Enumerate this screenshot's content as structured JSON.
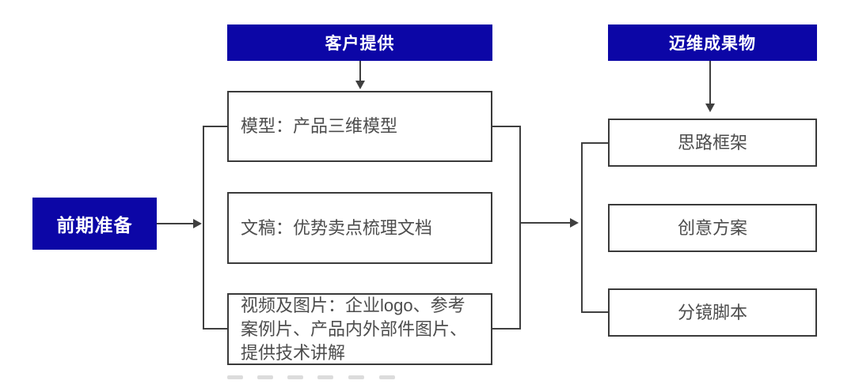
{
  "diagram": {
    "type": "flowchart",
    "colors": {
      "accent_blue": "#0c06a6",
      "box_border": "#3a3a3a",
      "box_text": "#4d4d4d",
      "connector": "#3f3f3f",
      "watermark_dash": "#dcdcdc",
      "background": "#ffffff"
    },
    "nodes": {
      "prep": {
        "label": "前期准备"
      },
      "client_header": {
        "label": "客户提供"
      },
      "maiwei_header": {
        "label": "迈维成果物"
      },
      "client_items": [
        {
          "label": "模型：产品三维模型"
        },
        {
          "label": "文稿：优势卖点梳理文档"
        },
        {
          "label": "视频及图片：企业logo、参考\n案例片、产品内外部件图片、\n提供技术讲解"
        }
      ],
      "maiwei_items": [
        {
          "label": "思路框架"
        },
        {
          "label": "创意方案"
        },
        {
          "label": "分镜脚本"
        }
      ]
    }
  }
}
